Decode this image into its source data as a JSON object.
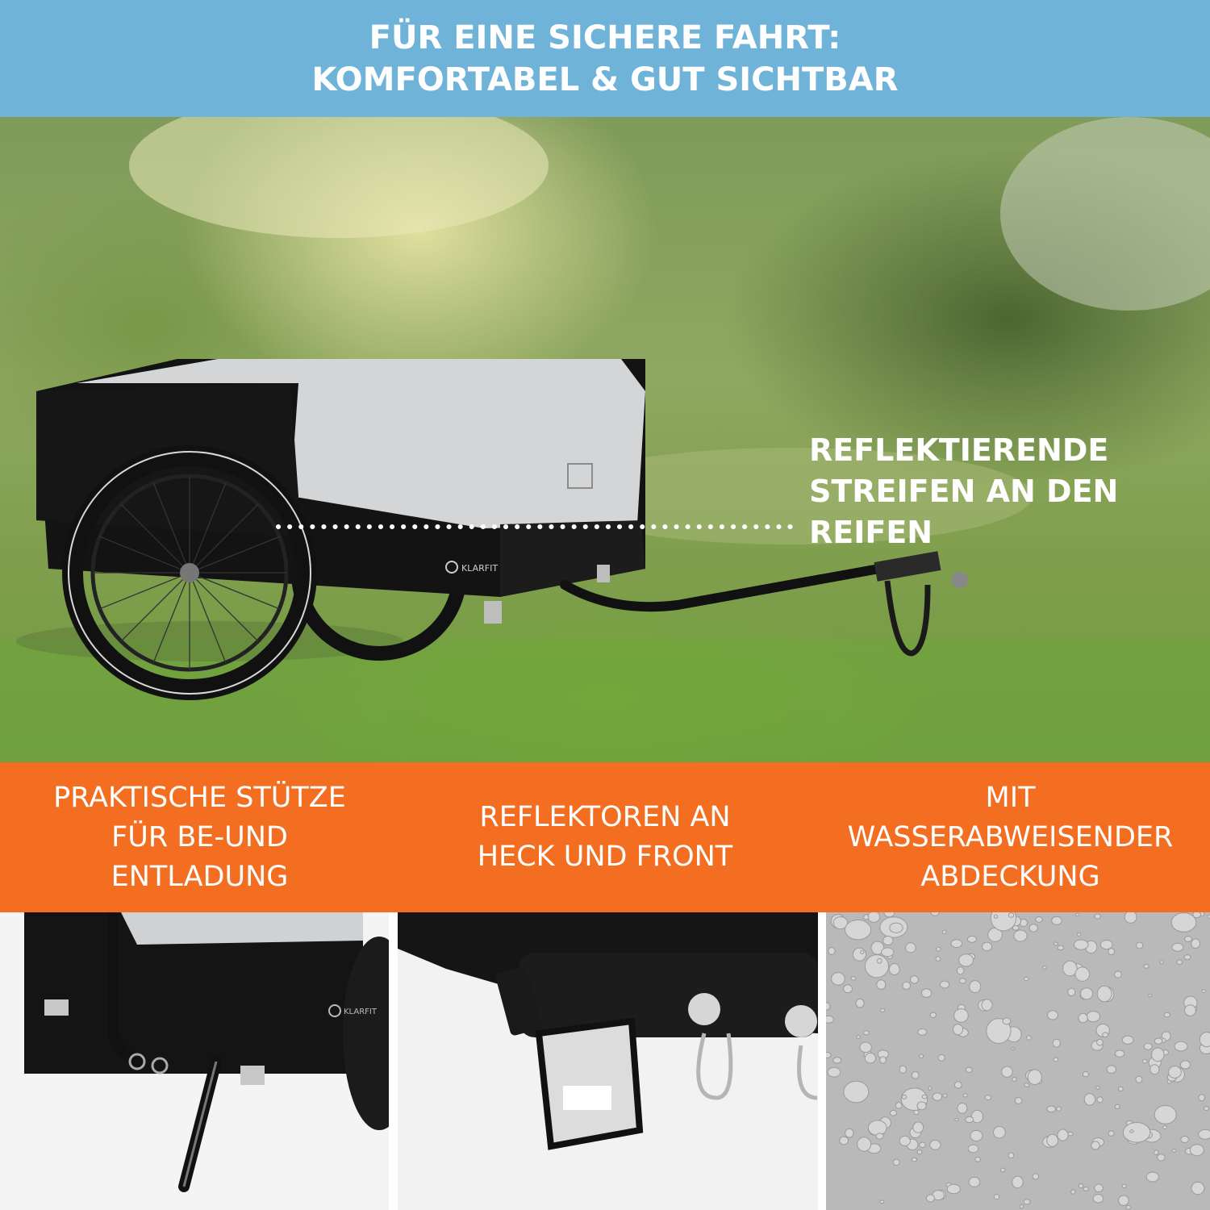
{
  "header": {
    "line1": "FÜR EINE SICHERE FAHRT:",
    "line2": "KOMFORTABEL & GUT SICHTBAR"
  },
  "hero": {
    "brand_label": "KLARFIT",
    "callout": {
      "line1": "REFLEKTIERENDE",
      "line2": "STREIFEN AN DEN",
      "line3": "REIFEN"
    }
  },
  "features": [
    {
      "line1": "PRAKTISCHE STÜTZE",
      "line2": "FÜR BE-UND",
      "line3": "ENTLADUNG"
    },
    {
      "line1": "REFLEKTOREN AN",
      "line2": "HECK UND FRONT"
    },
    {
      "line1": "MIT",
      "line2": "WASSERABWEISENDER",
      "line3": "ABDECKUNG"
    }
  ],
  "panels": {
    "left_brand_label": "KLARFIT"
  },
  "colors": {
    "header_bg": "#6fb3d8",
    "band_bg": "#f36e21",
    "text": "#ffffff"
  }
}
